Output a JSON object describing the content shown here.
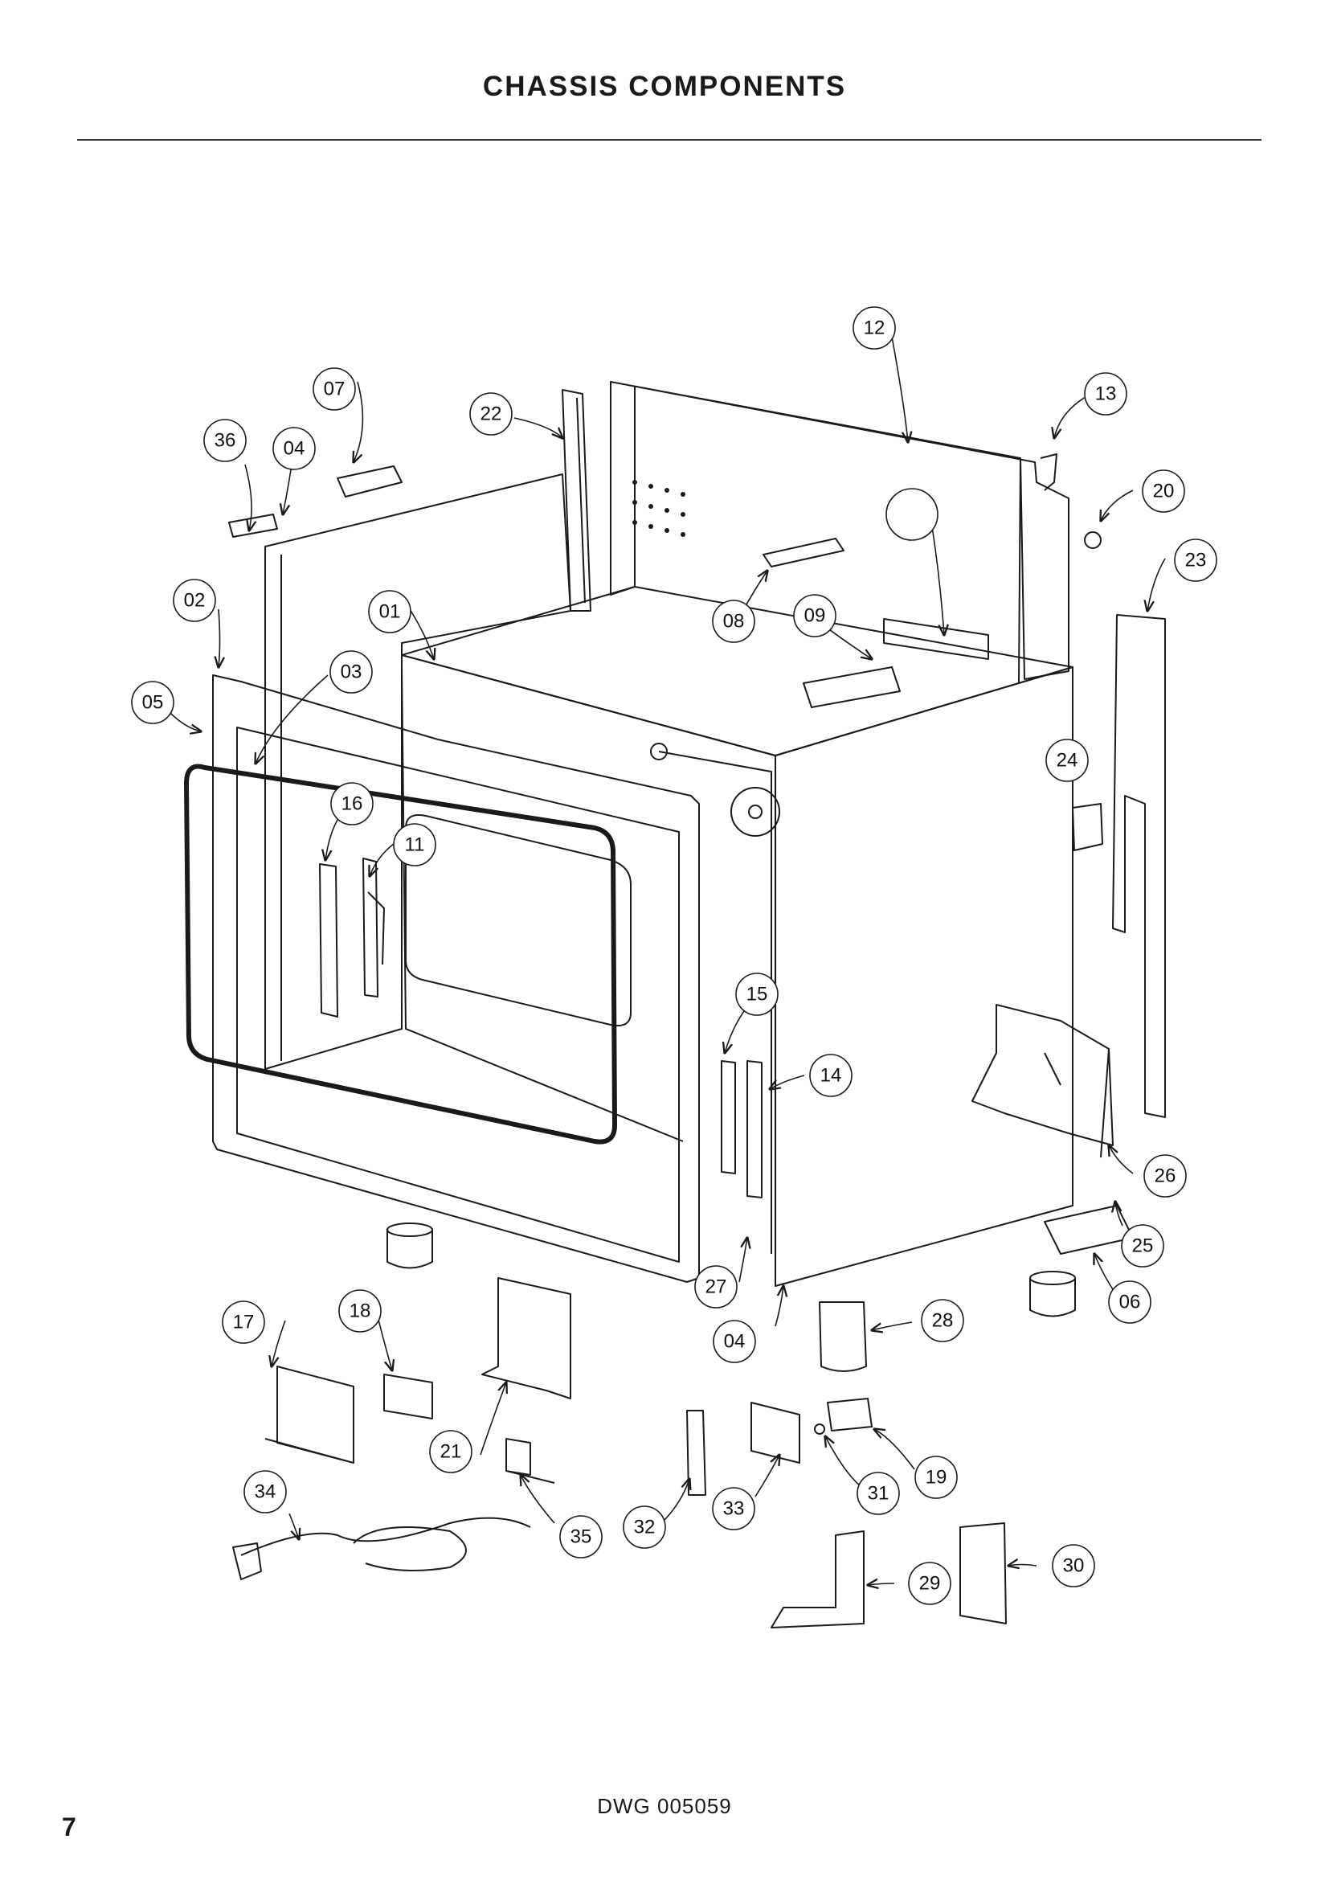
{
  "page": {
    "title": "CHASSIS COMPONENTS",
    "drawing_number": "DWG 005059",
    "page_number": "7"
  },
  "callouts": [
    "01",
    "02",
    "03",
    "04",
    "04",
    "05",
    "06",
    "07",
    "08",
    "09",
    "11",
    "12",
    "13",
    "14",
    "15",
    "16",
    "17",
    "18",
    "19",
    "20",
    "21",
    "22",
    "23",
    "24",
    "25",
    "26",
    "27",
    "28",
    "29",
    "30",
    "31",
    "32",
    "33",
    "34",
    "35",
    "36"
  ],
  "colors": {
    "line": "#1a1a1a",
    "background": "#ffffff"
  }
}
